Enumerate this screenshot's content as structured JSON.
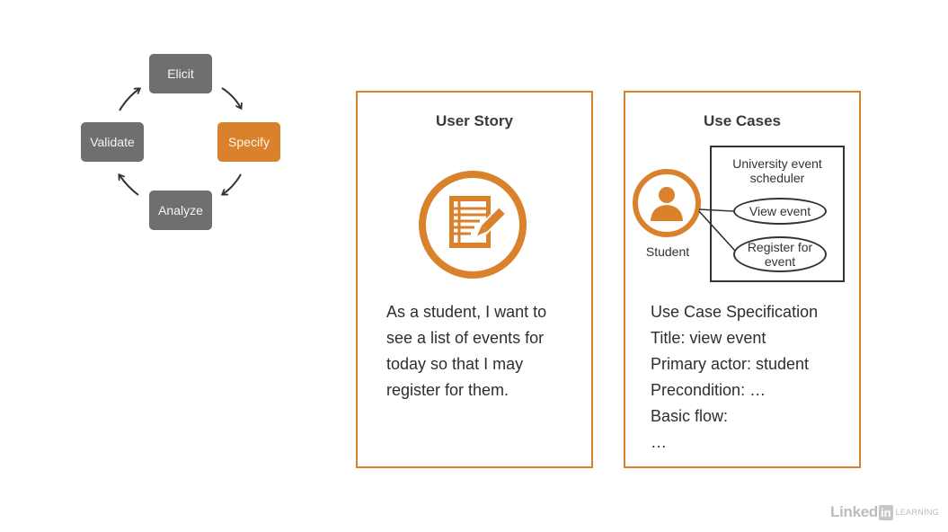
{
  "cycle": {
    "elicit": "Elicit",
    "specify": "Specify",
    "analyze": "Analyze",
    "validate": "Validate",
    "active_color": "#d9822b",
    "inactive_color": "#6f6f6f"
  },
  "user_story": {
    "title": "User Story",
    "icon": "note-pencil-icon",
    "text": "As a student, I want to see a list of events for today so that I may register for them."
  },
  "use_cases": {
    "title": "Use Cases",
    "actor": "Student",
    "actor_icon": "person-icon",
    "system": "University event scheduler",
    "use_case_1": "View event",
    "use_case_2": "Register for event",
    "spec": {
      "heading": "Use Case Specification",
      "title_line": "Title: view event",
      "actor_line": "Primary actor: student",
      "precondition_line": "Precondition: …",
      "flow_line": "Basic flow:",
      "ellipsis": "…"
    }
  },
  "branding": {
    "linked": "Linked",
    "in": "in",
    "learning": "LEARNING"
  },
  "colors": {
    "accent": "#d9822b",
    "border_dark": "#333333"
  }
}
